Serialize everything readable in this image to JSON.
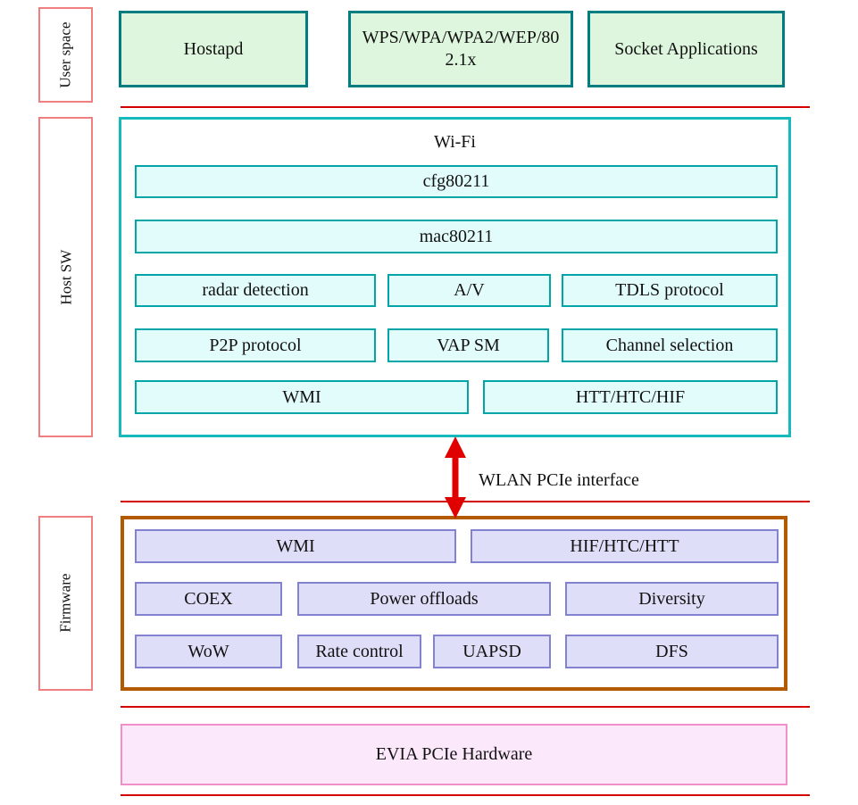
{
  "diagram": {
    "user_space": {
      "label": "User space",
      "boxes": [
        "Hostapd",
        "WPS/WPA/WPA2/WEP/802.1x",
        "Socket Applications"
      ]
    },
    "host_sw": {
      "label": "Host SW",
      "title": "Wi-Fi",
      "layer1": "cfg80211",
      "layer2": "mac80211",
      "grid": [
        [
          "radar detection",
          "A/V",
          "TDLS protocol"
        ],
        [
          "P2P protocol",
          "VAP SM",
          "Channel selection"
        ]
      ],
      "bottom": [
        "WMI",
        "HTT/HTC/HIF"
      ]
    },
    "pcie_interface": {
      "label": "WLAN PCIe interface"
    },
    "firmware": {
      "label": "Firmware",
      "row1": [
        "WMI",
        "HIF/HTC/HTT"
      ],
      "row2": [
        "COEX",
        "Power offloads",
        "Diversity"
      ],
      "row3": [
        "WoW",
        "Rate control",
        "UAPSD",
        "DFS"
      ]
    },
    "hardware": {
      "label": "EVIA PCIe Hardware"
    }
  },
  "colors": {
    "section_label_border": "#f08080",
    "separator_line": "#d40000",
    "user_box_fill": "#ddf6dd",
    "user_box_border": "#007d80",
    "host_outer_border": "#17babc",
    "host_box_fill": "#e2fcfc",
    "host_box_border": "#00a5a8",
    "firmware_outer_border": "#b35a00",
    "firmware_box_fill": "#dedef8",
    "firmware_box_border": "#8282d0",
    "hardware_fill": "#fbe8fb",
    "hardware_border": "#f08fc8",
    "arrow": "#e00000"
  }
}
